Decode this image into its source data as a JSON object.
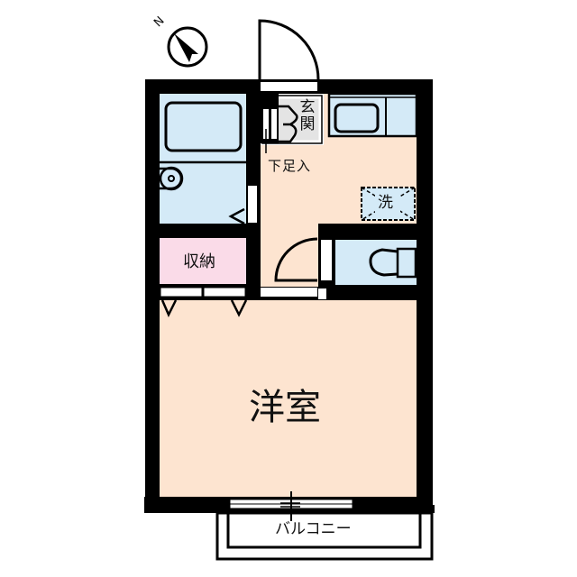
{
  "compass": {
    "north_label": "N",
    "icon": "north-arrow-compass"
  },
  "rooms": {
    "entrance": {
      "label_line1": "玄",
      "label_line2": "関"
    },
    "corridor": {
      "label": "下足入"
    },
    "washer": {
      "label": "洗"
    },
    "storage": {
      "label": "収納"
    },
    "living": {
      "label": "洋室"
    },
    "balcony": {
      "label": "バルコニー"
    }
  },
  "colors": {
    "wall": "#000000",
    "floor": "#fde4d0",
    "wet_area": "#d4eaf7",
    "storage": "#fadbe8",
    "entrance": "#e4e4e4",
    "door": "#ffffff"
  }
}
